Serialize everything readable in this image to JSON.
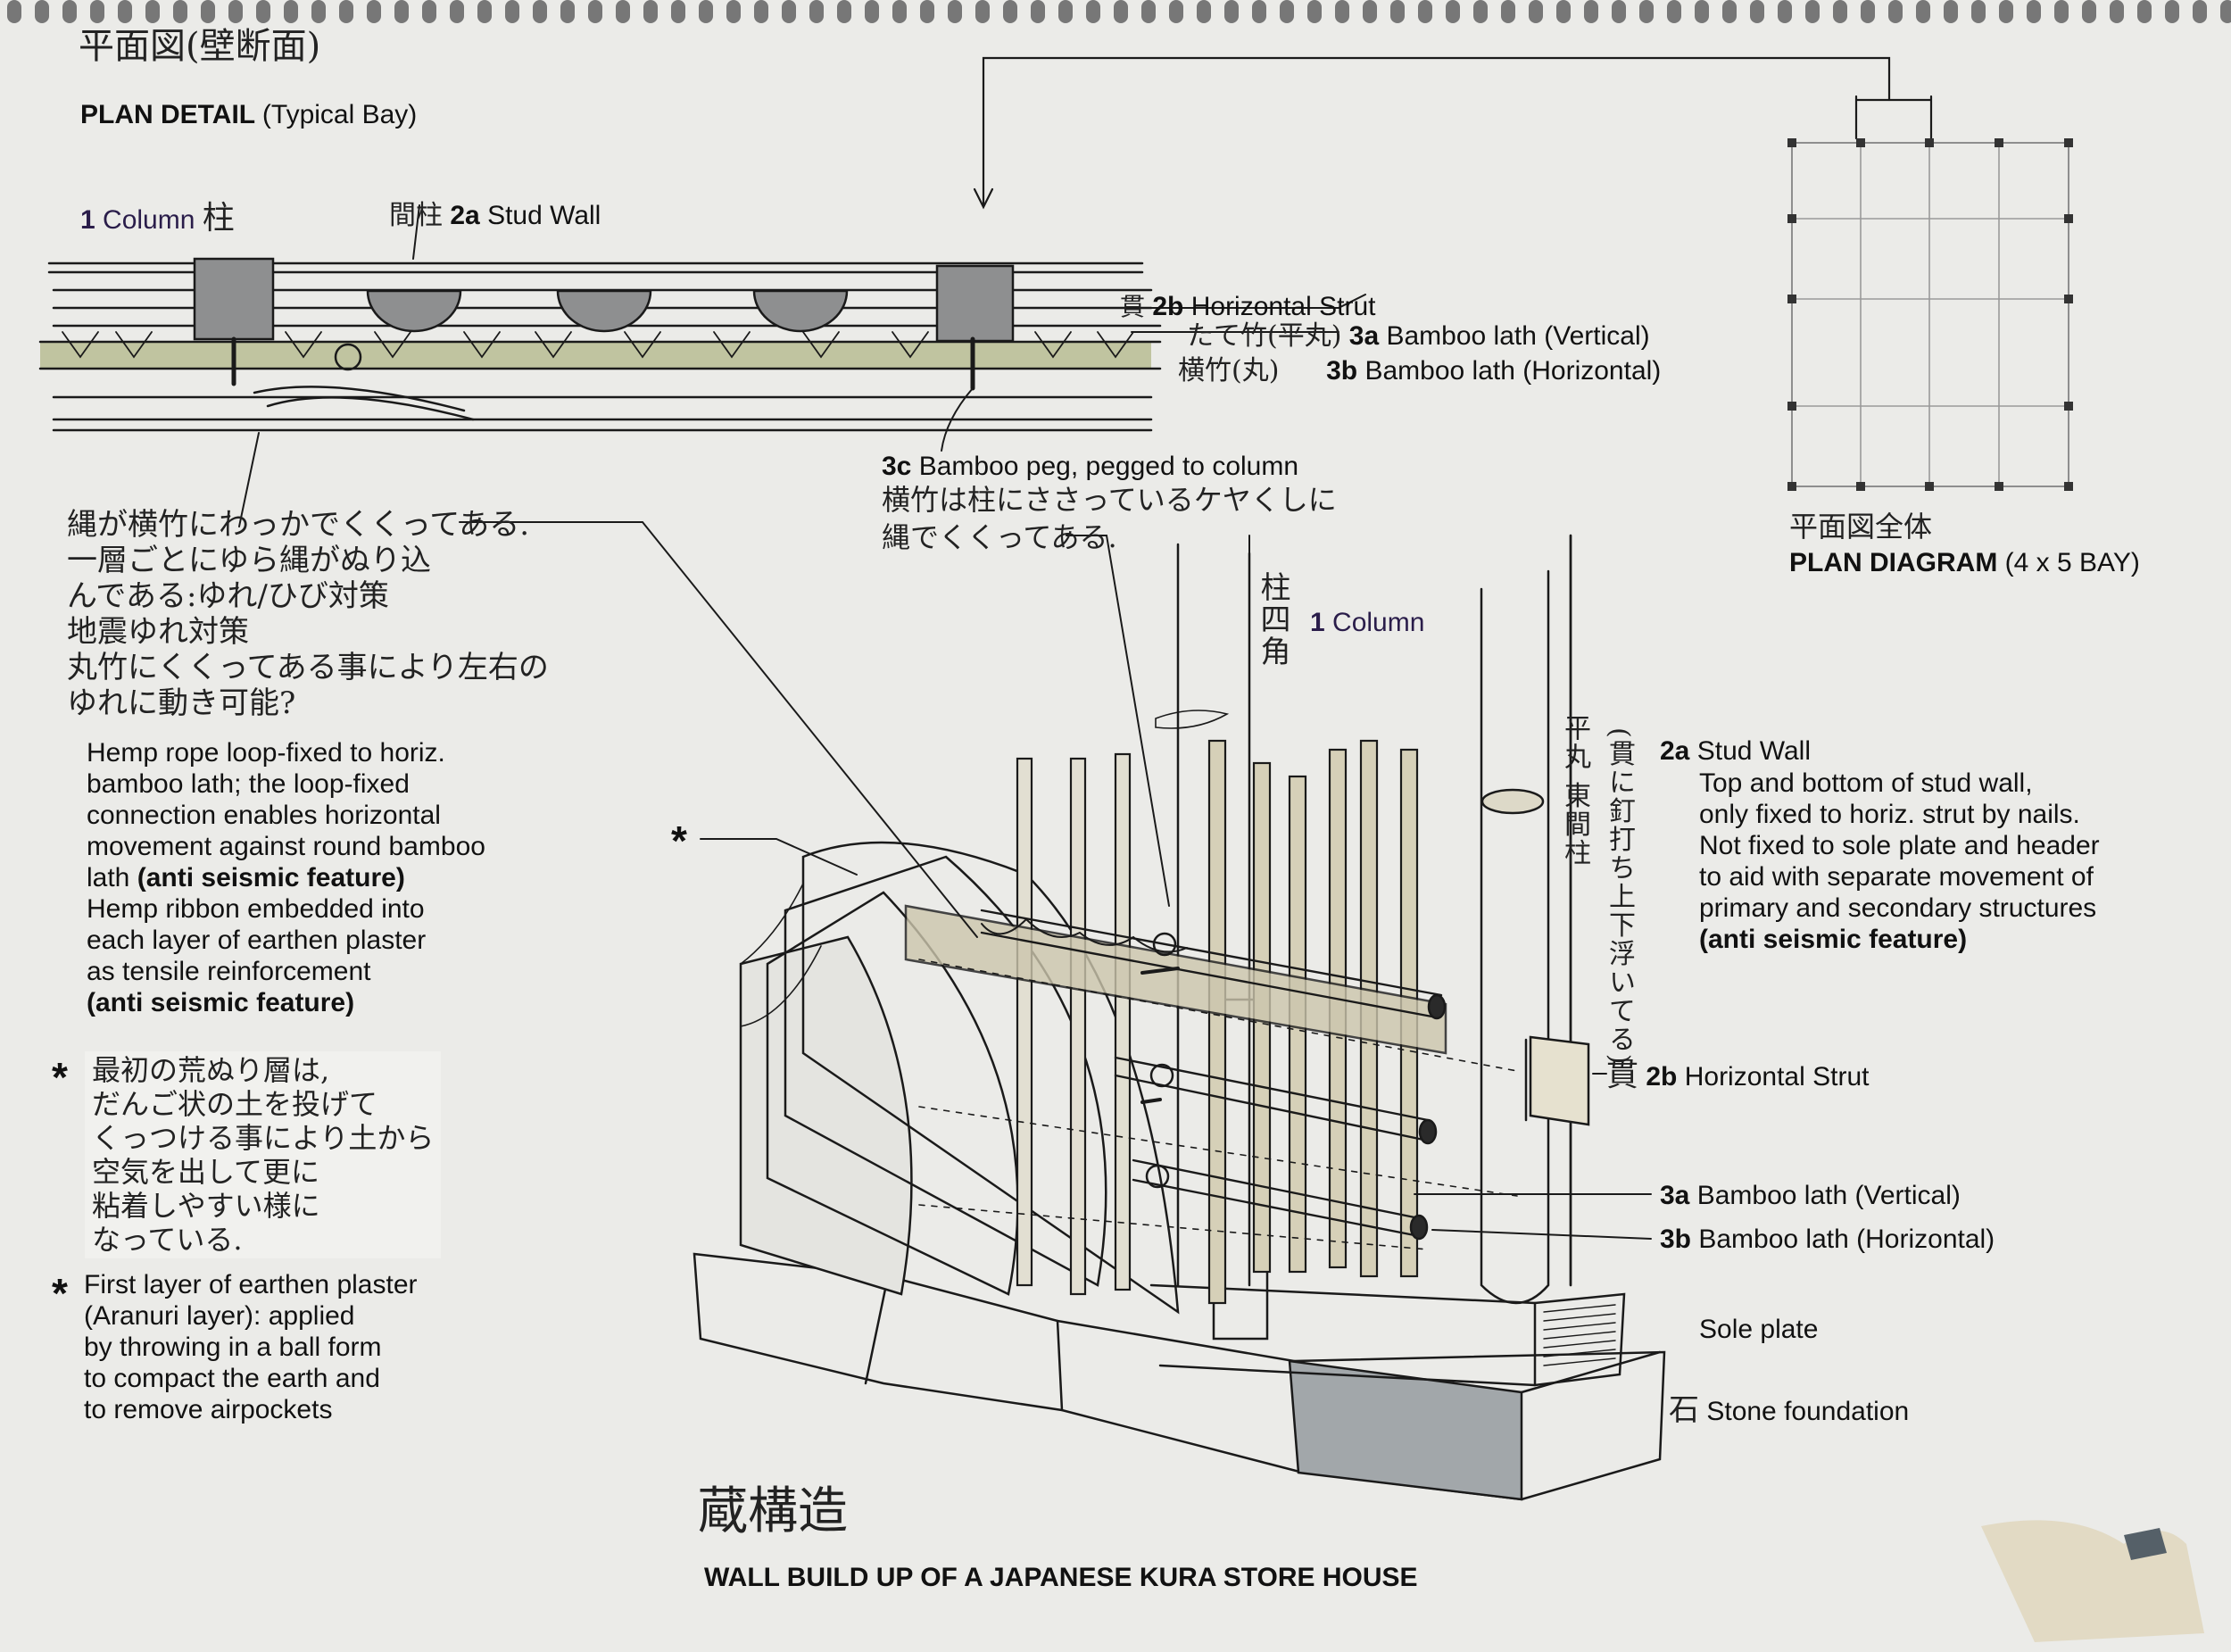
{
  "header": {
    "jp_title": "平面図(壁断面)",
    "title": "PLAN DETAIL",
    "title_suffix": "(Typical Bay)"
  },
  "plan_detail_labels": {
    "column_num": "1",
    "column_text": "Column",
    "column_jp": "柱",
    "stud_jp": "間柱",
    "stud_num": "2a",
    "stud_text": "Stud Wall",
    "strut_jp": "貫",
    "strut_num": "2b",
    "strut_text": "Horizontal Strut",
    "lath_v_jp": "たて竹(平丸)",
    "lath_v_num": "3a",
    "lath_v_text": "Bamboo lath (Vertical)",
    "lath_h_jp": "横竹(丸)",
    "lath_h_num": "3b",
    "lath_h_text": "Bamboo lath (Horizontal)"
  },
  "peg_note": {
    "num": "3c",
    "text": "Bamboo peg, pegged to column",
    "jp_lines": [
      "横竹は柱にささっているケヤくしに",
      "縄でくくってある."
    ]
  },
  "plan_diagram": {
    "jp": "平面図全体",
    "title": "PLAN DIAGRAM",
    "suffix": "(4 x 5 BAY)"
  },
  "rope_note_jp": [
    "縄が横竹にわっかでくくってある.",
    "一層ごとにゆら縄がぬり込",
    "んである:ゆれ/ひび対策",
    "地震ゆれ対策",
    "丸竹にくくってある事により左右の",
    "ゆれに動き可能?"
  ],
  "rope_note_en": {
    "lines": [
      "Hemp rope loop-fixed to horiz.",
      "bamboo lath; the loop-fixed",
      "connection enables horizontal",
      "movement against round bamboo"
    ],
    "line5_plain": "lath ",
    "line5_bold": "(anti seismic feature)",
    "lines2": [
      "Hemp ribbon embedded into",
      "each layer of earthen plaster",
      "as tensile reinforcement"
    ],
    "bold_end": "(anti seismic feature)"
  },
  "aranuri_note": {
    "star": "*",
    "jp_lines": [
      "最初の荒ぬり層は,",
      "だんご状の土を投げて",
      "くっつける事により土から",
      "空気を出して更に",
      "粘着しやすい様に",
      "なっている."
    ],
    "en_lines": [
      "First layer of earthen plaster",
      "(Aranuri layer): applied",
      "by throwing in a ball form",
      "to compact the earth and",
      "to remove airpockets"
    ]
  },
  "iso_labels": {
    "star": "*",
    "column_jp": "柱四角",
    "column_num": "1",
    "column_text": "Column",
    "stud_jp": "平丸 東間柱",
    "stud_jp2": "(貫に釘打ち上下浮いてる)",
    "stud_num": "2a",
    "stud_text": "Stud Wall",
    "stud_lines": [
      "Top and bottom of stud wall,",
      "only fixed to horiz. strut by nails.",
      "Not fixed to sole plate and header",
      "to aid with separate movement of",
      "primary and secondary structures"
    ],
    "stud_bold": "(anti seismic feature)",
    "strut_jp": "貫",
    "strut_num": "2b",
    "strut_text": "Horizontal Strut",
    "lath_v_num": "3a",
    "lath_v_text": "Bamboo lath (Vertical)",
    "lath_h_num": "3b",
    "lath_h_text": "Bamboo lath (Horizontal)",
    "sole_text": "Sole plate",
    "stone_jp": "石",
    "stone_text": "Stone foundation"
  },
  "footer": {
    "jp_title": "蔵構造",
    "title": "WALL BUILD UP OF A JAPANESE KURA STORE HOUSE"
  },
  "colors": {
    "paper": "#ebebe8",
    "ink": "#1a1a1a",
    "wash_green": "#b9bd93",
    "wash_grey": "#9fa4a6",
    "strut_wash": "#c9c4ad",
    "label_purple": "#2a1d4a"
  }
}
